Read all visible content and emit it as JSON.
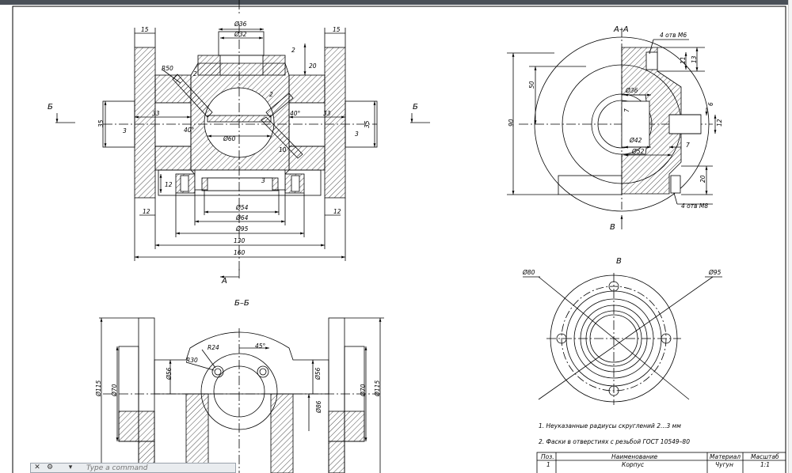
{
  "views": {
    "view_a": {
      "section_label": "А",
      "section_b_left": "Б",
      "section_b_right": "Б",
      "dims": {
        "d36": "Ø36",
        "d32": "Ø32",
        "w15_left": "15",
        "w15_right": "15",
        "d2_top": "2",
        "d20_top": "20",
        "r50": "R50",
        "d33_left": "33",
        "d33_right": "33",
        "d35_left": "35",
        "d35_right": "35",
        "d3_left": "3",
        "d3_right": "3",
        "d2_mid": "2",
        "d40_left": "40°",
        "d40_right": "40°",
        "d60": "Ø60",
        "d10": "10",
        "d12_side": "12",
        "d3_bottom": "3",
        "d54": "Ø54",
        "d64": "Ø64",
        "d95": "Ø95",
        "d12_left": "12",
        "d12_right": "12",
        "d130": "130",
        "d160": "160",
        "d2_small": "2"
      }
    },
    "view_aa": {
      "title": "А–А",
      "holes_top": "4 отв М6",
      "holes_bottom": "4 отв М8",
      "dims": {
        "d90": "90",
        "d50": "50",
        "d11": "11",
        "d13": "13",
        "d36": "Ø36",
        "d7_inner": "7",
        "d6": "6",
        "d12": "12",
        "d42": "Ø42",
        "d52": "Ø52",
        "d7": "7",
        "d20": "20"
      },
      "arrow_label": "В"
    },
    "view_v": {
      "title": "В",
      "d80": "Ø80",
      "d95": "Ø95"
    },
    "view_bb": {
      "title": "Б–Б",
      "dims": {
        "r24": "R24",
        "r30": "R30",
        "a45": "45°",
        "d56_left": "Ø56",
        "d56_right": "Ø56",
        "d70_left": "Ø70",
        "d70_right": "Ø70",
        "d115_left": "Ø115",
        "d115_right": "Ø115",
        "d86": "Ø86"
      }
    }
  },
  "notes": {
    "note1": "1. Неуказанные радиусы скруглений 2…3 мм",
    "note2": "2. Фаски в отверстиях с резьбой ГОСТ 10549–80"
  },
  "title_block": {
    "col_pos": "Поз.",
    "col_name": "Наименование",
    "col_material": "Материал",
    "col_scale": "Масштаб",
    "val_pos": "1",
    "val_name": "Корпус",
    "val_material": "Чугун",
    "val_scale": "1:1"
  },
  "command_line": {
    "close_glyph": "✕",
    "settings_glyph": "⚙",
    "placeholder": "Type a command"
  }
}
